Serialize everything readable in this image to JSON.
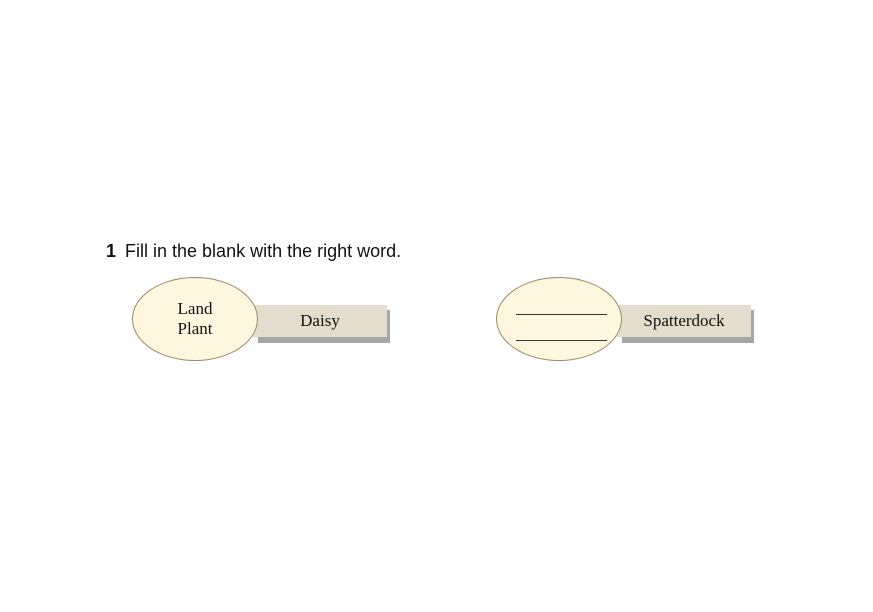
{
  "question": {
    "number": "1",
    "instruction": "Fill in the blank with the right word."
  },
  "items": [
    {
      "category_line1": "Land",
      "category_line2": "Plant",
      "example": "Daisy"
    },
    {
      "category_line1": "",
      "category_line2": "",
      "example": "Spatterdock",
      "blanks": 2
    }
  ],
  "colors": {
    "oval_fill": "#fef7df",
    "oval_border": "#9a8a63",
    "card_fill": "#e4dccd",
    "card_shadow": "#a6a6a6"
  }
}
